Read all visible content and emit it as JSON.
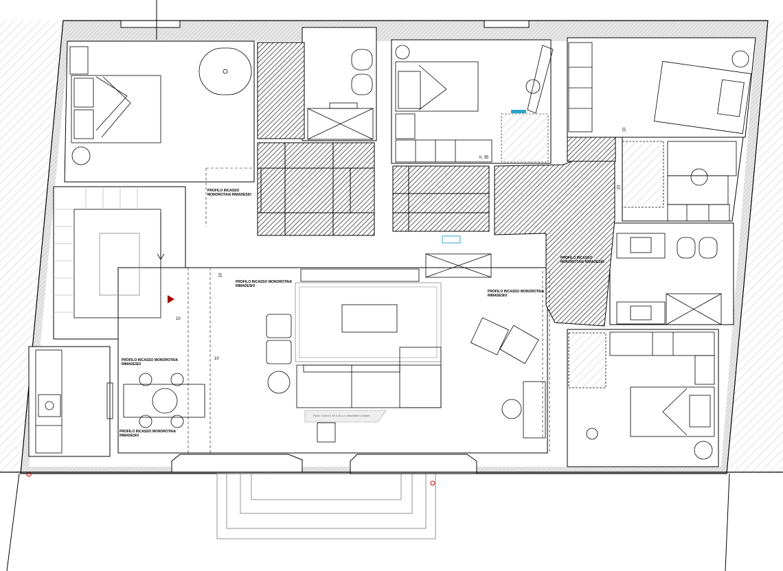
{
  "labels": {
    "profilo_1a": "PROFILO INCASSO",
    "profilo_1b": "MONOROTAIA RIMADESIO",
    "profilo_2a": "PROFILO INCASSO MONOROTAIA",
    "profilo_2b": "RIMADESIO",
    "profilo_3a": "PROFILO INCASSO",
    "profilo_3b": "MONOROTAIA RIMADESIO",
    "profilo_4a": "PROFILO INCASSO MONOROTAIA",
    "profilo_4b": "RIMADESIO",
    "profilo_5a": "PROFILO INCASSO MONOROTAIA",
    "profilo_5b": "RIMADESIO",
    "profilo_6a": "PROFILO INCASSO MONOROTAIA",
    "profilo_6b": "RIMADESIO"
  },
  "dimensions": {
    "d1": "10",
    "d2": "10",
    "d3": "10",
    "d4": "10",
    "d5": "10",
    "h35": "h. 35"
  },
  "notes": {
    "sofa_note": "Piano cucina h 35 x 25 p x cassettiere complet"
  },
  "colors": {
    "wall": "#d8d8d8",
    "hatch": "#1a1a1a",
    "accent": "#2aa7c9",
    "marker": "#c00000"
  }
}
